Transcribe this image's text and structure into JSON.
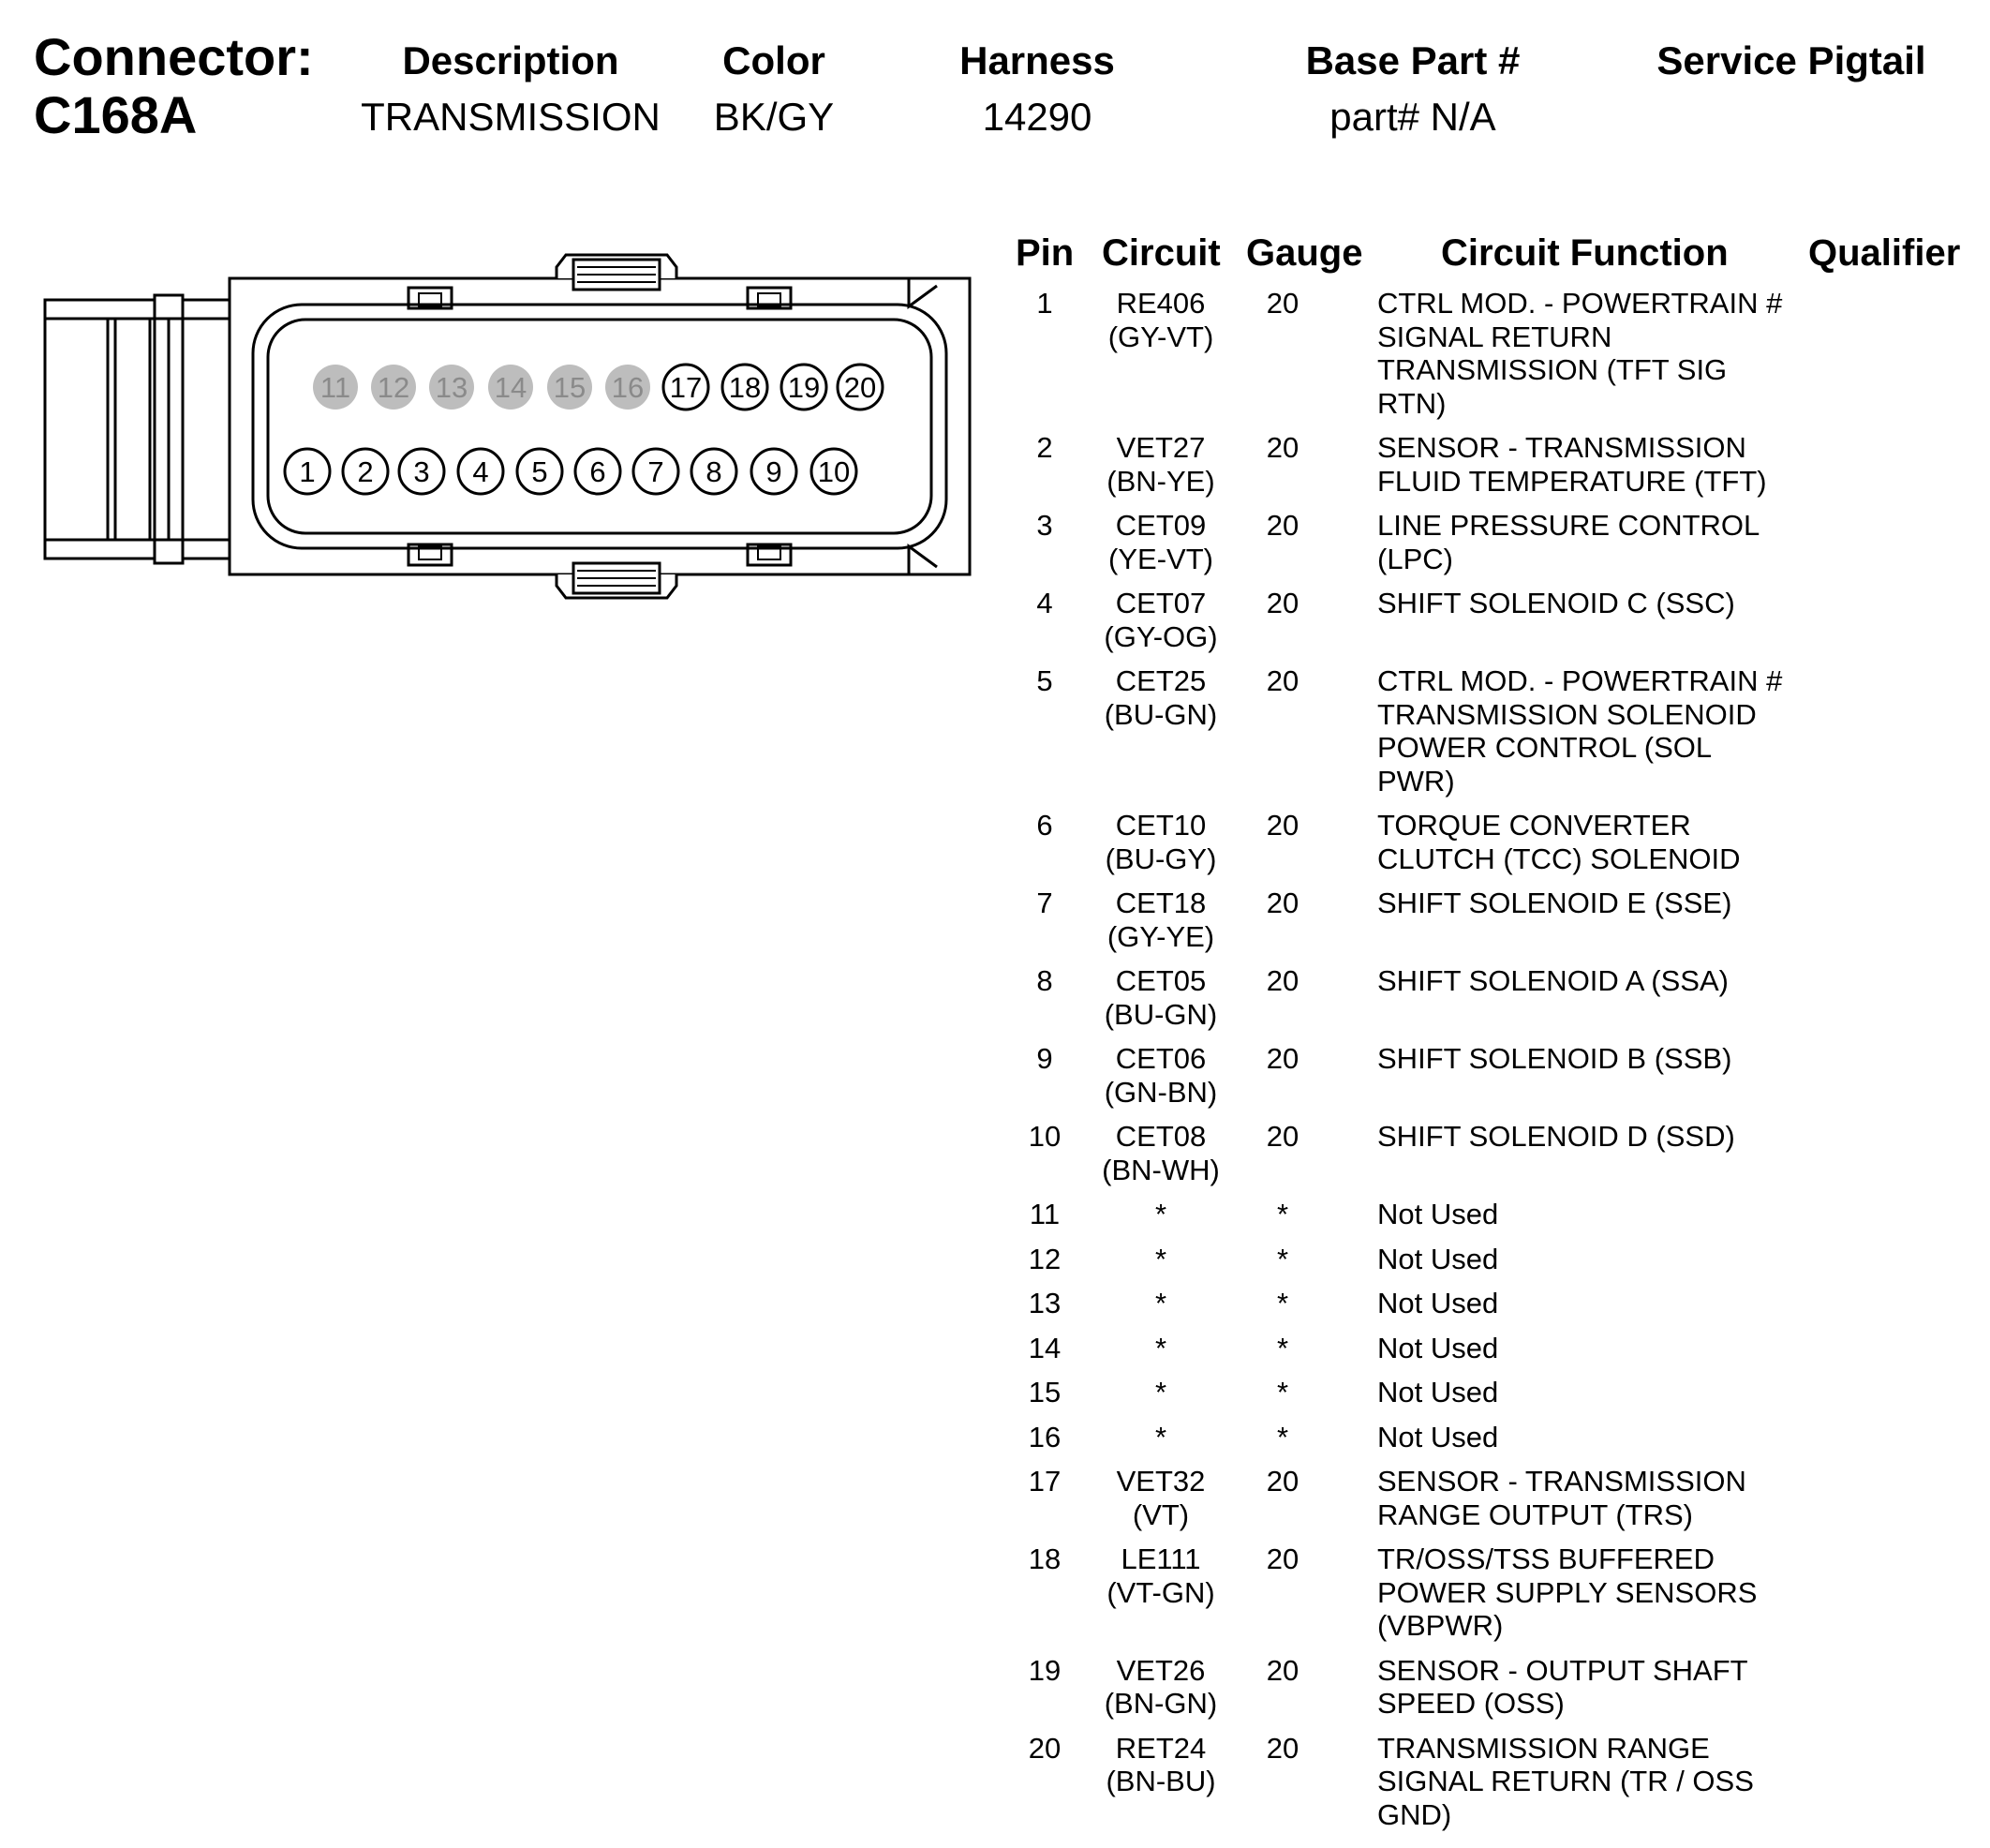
{
  "header": {
    "connector_label": "Connector:",
    "connector_id": "C168A",
    "description_label": "Description",
    "description_value": "TRANSMISSION",
    "color_label": "Color",
    "color_value": "BK/GY",
    "harness_label": "Harness",
    "harness_value": "14290",
    "base_part_label": "Base Part #",
    "base_part_value": "part# N/A",
    "service_pigtail_label": "Service Pigtail",
    "service_pigtail_value": ""
  },
  "table": {
    "headers": {
      "pin": "Pin",
      "circuit": "Circuit",
      "gauge": "Gauge",
      "function": "Circuit Function",
      "qualifier": "Qualifier"
    },
    "rows": [
      {
        "pin": "1",
        "circuit": "RE406\n(GY-VT)",
        "gauge": "20",
        "function": "CTRL MOD. - POWERTRAIN #\nSIGNAL RETURN\nTRANSMISSION (TFT SIG\nRTN)",
        "qualifier": ""
      },
      {
        "pin": "2",
        "circuit": "VET27\n(BN-YE)",
        "gauge": "20",
        "function": "SENSOR - TRANSMISSION\nFLUID TEMPERATURE (TFT)",
        "qualifier": ""
      },
      {
        "pin": "3",
        "circuit": "CET09\n(YE-VT)",
        "gauge": "20",
        "function": "LINE PRESSURE CONTROL\n(LPC)",
        "qualifier": ""
      },
      {
        "pin": "4",
        "circuit": "CET07\n(GY-OG)",
        "gauge": "20",
        "function": "SHIFT SOLENOID C (SSC)",
        "qualifier": ""
      },
      {
        "pin": "5",
        "circuit": "CET25\n(BU-GN)",
        "gauge": "20",
        "function": "CTRL MOD. - POWERTRAIN #\nTRANSMISSION SOLENOID\nPOWER CONTROL (SOL\nPWR)",
        "qualifier": ""
      },
      {
        "pin": "6",
        "circuit": "CET10\n(BU-GY)",
        "gauge": "20",
        "function": "TORQUE CONVERTER\nCLUTCH (TCC) SOLENOID",
        "qualifier": ""
      },
      {
        "pin": "7",
        "circuit": "CET18\n(GY-YE)",
        "gauge": "20",
        "function": "SHIFT SOLENOID E (SSE)",
        "qualifier": ""
      },
      {
        "pin": "8",
        "circuit": "CET05\n(BU-GN)",
        "gauge": "20",
        "function": "SHIFT SOLENOID A (SSA)",
        "qualifier": ""
      },
      {
        "pin": "9",
        "circuit": "CET06\n(GN-BN)",
        "gauge": "20",
        "function": "SHIFT SOLENOID B (SSB)",
        "qualifier": ""
      },
      {
        "pin": "10",
        "circuit": "CET08\n(BN-WH)",
        "gauge": "20",
        "function": "SHIFT SOLENOID D (SSD)",
        "qualifier": ""
      },
      {
        "pin": "11",
        "circuit": "*",
        "gauge": "*",
        "function": "Not Used",
        "qualifier": ""
      },
      {
        "pin": "12",
        "circuit": "*",
        "gauge": "*",
        "function": "Not Used",
        "qualifier": ""
      },
      {
        "pin": "13",
        "circuit": "*",
        "gauge": "*",
        "function": "Not Used",
        "qualifier": ""
      },
      {
        "pin": "14",
        "circuit": "*",
        "gauge": "*",
        "function": "Not Used",
        "qualifier": ""
      },
      {
        "pin": "15",
        "circuit": "*",
        "gauge": "*",
        "function": "Not Used",
        "qualifier": ""
      },
      {
        "pin": "16",
        "circuit": "*",
        "gauge": "*",
        "function": "Not Used",
        "qualifier": ""
      },
      {
        "pin": "17",
        "circuit": "VET32\n(VT)",
        "gauge": "20",
        "function": "SENSOR - TRANSMISSION\nRANGE OUTPUT (TRS)",
        "qualifier": ""
      },
      {
        "pin": "18",
        "circuit": "LE111\n(VT-GN)",
        "gauge": "20",
        "function": "TR/OSS/TSS BUFFERED\nPOWER SUPPLY SENSORS\n(VBPWR)",
        "qualifier": ""
      },
      {
        "pin": "19",
        "circuit": "VET26\n(BN-GN)",
        "gauge": "20",
        "function": "SENSOR - OUTPUT SHAFT\nSPEED (OSS)",
        "qualifier": ""
      },
      {
        "pin": "20",
        "circuit": "RET24\n(BN-BU)",
        "gauge": "20",
        "function": "TRANSMISSION RANGE\nSIGNAL RETURN (TR / OSS\nGND)",
        "qualifier": ""
      }
    ]
  },
  "diagram": {
    "top_row_pins": [
      "11",
      "12",
      "13",
      "14",
      "15",
      "16",
      "17",
      "18",
      "19",
      "20"
    ],
    "bottom_row_pins": [
      "1",
      "2",
      "3",
      "4",
      "5",
      "6",
      "7",
      "8",
      "9",
      "10"
    ],
    "unused_pins": [
      "11",
      "12",
      "13",
      "14",
      "15",
      "16"
    ],
    "colors": {
      "line": "#000000",
      "unused_fill": "#bdbdbd",
      "unused_text": "#8a8a8a",
      "pin_fill": "#ffffff"
    }
  }
}
